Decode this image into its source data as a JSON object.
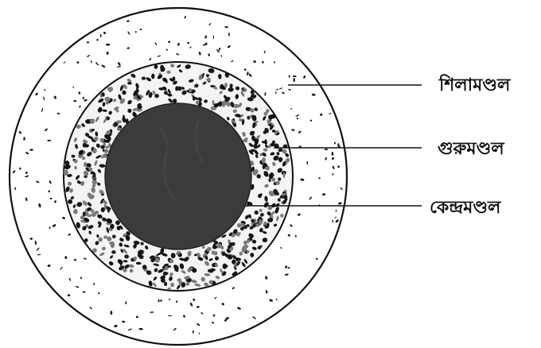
{
  "labels": {
    "crust": "শিলামণ্ডল",
    "mantle": "গুরুমণ্ডল",
    "core": "কেন্দ্রমণ্ডল"
  },
  "colors": {
    "outline": "#111111",
    "core_fill": "#3b3b3b",
    "background": "#ffffff"
  }
}
